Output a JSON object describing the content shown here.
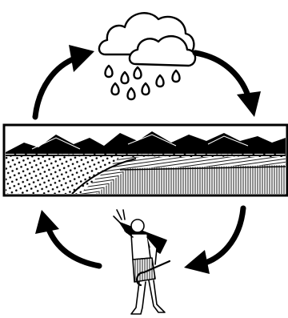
{
  "diagram": {
    "kind": "cycle",
    "stages": [
      {
        "name": "rain-cloud",
        "icon": "rain-cloud-icon"
      },
      {
        "name": "cultivated-fields",
        "icon": "landscape-fields-icon"
      },
      {
        "name": "farmer-carrying-harvest",
        "icon": "farmer-with-sickle-icon"
      }
    ],
    "arrow_count": 4,
    "colors": {
      "ink": "#000000",
      "paper": "#ffffff"
    }
  }
}
